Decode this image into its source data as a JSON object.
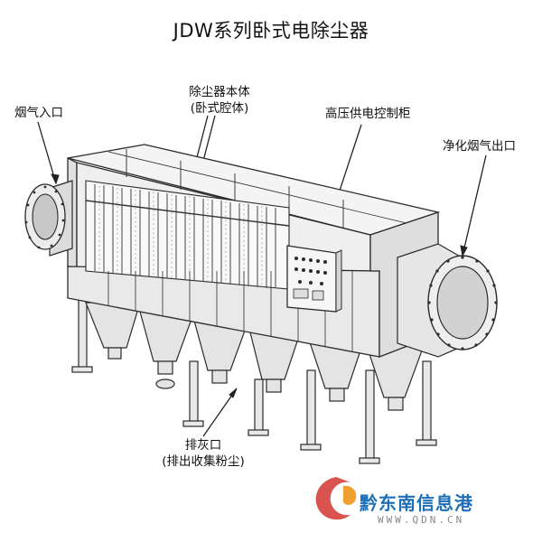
{
  "title": "JDW系列卧式电除尘器",
  "labels": {
    "inlet": "烟气入口",
    "body_line1": "除尘器本体",
    "body_line2": "(卧式腔体)",
    "control": "高压供电控制柜",
    "outlet": "净化烟气出口",
    "ash_line1": "排灰口",
    "ash_line2": "(排出收集粉尘)"
  },
  "watermark": {
    "text": "黔东南信息港",
    "url": "WWW.QDN.CN",
    "logo_color": "#d9534f",
    "text_color": "#1f6fb8"
  },
  "colors": {
    "line": "#2b2b2b",
    "fill_light": "#f2f2f2",
    "fill_mid": "#e2e2e2",
    "fill_dark": "#cfcfcf"
  }
}
